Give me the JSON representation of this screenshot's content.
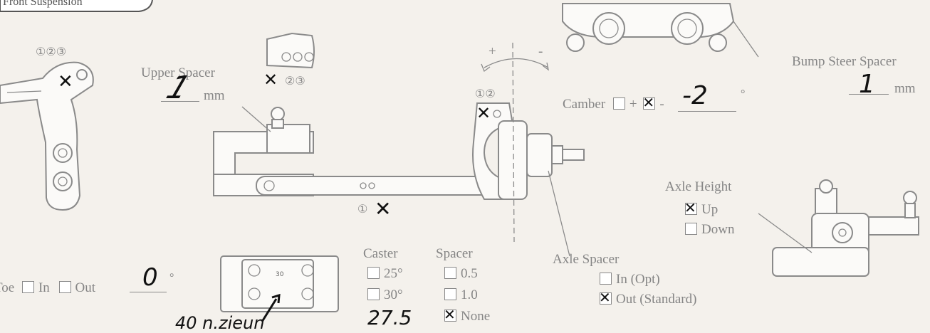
{
  "header": {
    "title": "Front Suspension"
  },
  "toe": {
    "label": "Toe",
    "options": [
      {
        "label": "In",
        "checked": false
      },
      {
        "label": "Out",
        "checked": false
      }
    ],
    "value": "0",
    "unit": "°"
  },
  "arm_holes": {
    "labels": [
      "①",
      "②",
      "③"
    ],
    "selected": 1
  },
  "upper_spacer": {
    "label": "Upper Spacer",
    "value": "1",
    "unit": "mm"
  },
  "upper_position": {
    "labels": [
      "②",
      "③"
    ],
    "selected": 1
  },
  "lower_arm": {
    "labels": [
      "①"
    ],
    "selected": 2
  },
  "camber_link": {
    "labels": [
      "①",
      "②"
    ],
    "selected": 1
  },
  "camber_arc": {
    "plus": "+",
    "minus": "-"
  },
  "camber": {
    "label": "Camber",
    "options": [
      {
        "label": "+",
        "checked": false
      },
      {
        "label": "-",
        "checked": true
      }
    ],
    "value": "-2",
    "unit": "°"
  },
  "bump_steer": {
    "label": "Bump Steer Spacer",
    "value": "1",
    "unit": "mm"
  },
  "axle_height": {
    "label": "Axle Height",
    "options": [
      {
        "label": "Up",
        "checked": true
      },
      {
        "label": "Down",
        "checked": false
      }
    ]
  },
  "axle_spacer": {
    "label": "Axle Spacer",
    "options": [
      {
        "label": "In (Opt)",
        "checked": false
      },
      {
        "label": "Out (Standard)",
        "checked": true
      }
    ]
  },
  "caster": {
    "label": "Caster",
    "options": [
      {
        "label": "25°",
        "checked": false
      },
      {
        "label": "30°",
        "checked": false
      }
    ],
    "note": "27.5"
  },
  "spacer": {
    "label": "Spacer",
    "options": [
      {
        "label": "0.5",
        "checked": false
      },
      {
        "label": "1.0",
        "checked": false
      },
      {
        "label": "None",
        "checked": true
      }
    ]
  },
  "caster_block": {
    "center_label": "30",
    "note": "40 n.zieun"
  }
}
